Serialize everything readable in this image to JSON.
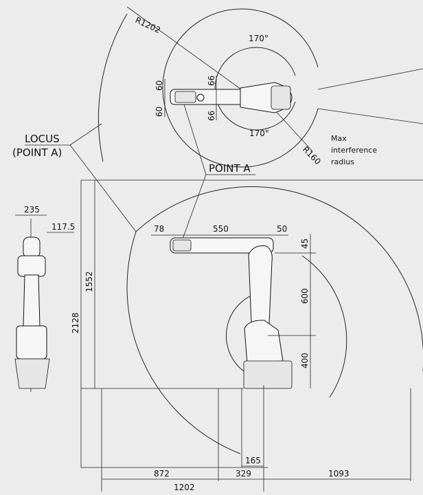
{
  "labels": {
    "r1202": "R1202",
    "angle_top": "170°",
    "angle_bottom": "170°",
    "d60_a": "60",
    "d60_b": "60",
    "d66_a": "66",
    "d66_b": "66",
    "r160": "R160",
    "max_line1": "Max",
    "max_line2": "interference",
    "max_line3": "radius",
    "locus_line1": "LOCUS",
    "locus_line2": "(POINT A)",
    "point_a": "POINT A",
    "d235": "235",
    "d117_5": "117.5",
    "d78": "78",
    "d550": "550",
    "d50": "50",
    "d45": "45",
    "d600": "600",
    "d400": "400",
    "d1552": "1552",
    "d2128": "2128",
    "d165": "165",
    "d872": "872",
    "d329": "329",
    "d1093": "1093",
    "d1202": "1202"
  },
  "colors": {
    "background": "#ececec",
    "line": "#222222",
    "robot_fill": "#f6f6f6"
  }
}
